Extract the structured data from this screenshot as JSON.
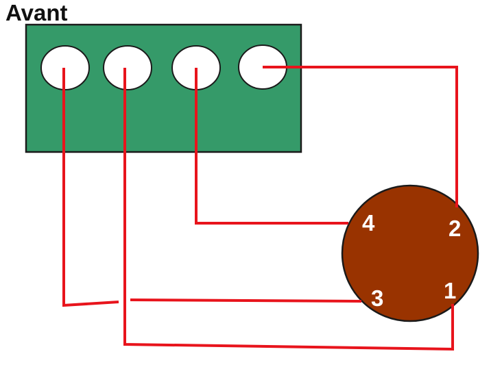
{
  "title": "Avant",
  "colors": {
    "block_fill": "#359a69",
    "block_stroke": "#1a1a1a",
    "hole_fill": "#ffffff",
    "connector_fill": "#993300",
    "wire": "#e8141c",
    "pin_label": "#ffffff",
    "title": "#111111"
  },
  "terminal_block": {
    "holes": [
      "hole-1",
      "hole-2",
      "hole-3",
      "hole-4"
    ]
  },
  "connector": {
    "pins": [
      {
        "id": "pin-4",
        "label": "4"
      },
      {
        "id": "pin-2",
        "label": "2"
      },
      {
        "id": "pin-3",
        "label": "3"
      },
      {
        "id": "pin-1",
        "label": "1"
      }
    ]
  }
}
